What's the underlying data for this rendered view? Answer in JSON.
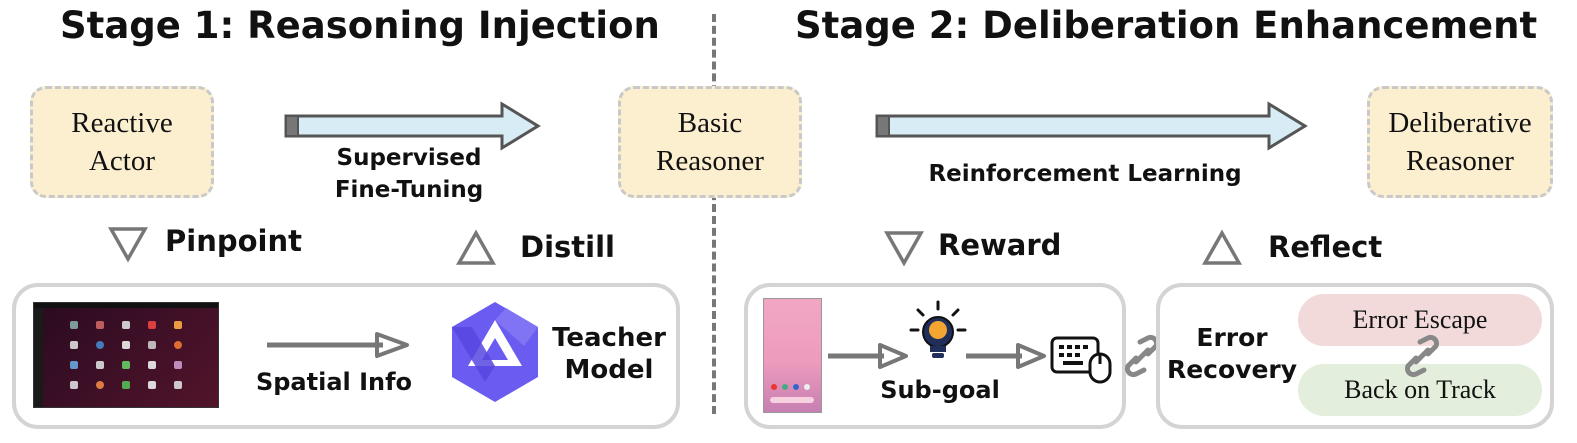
{
  "stage1": {
    "title": "Stage 1: Reasoning Injection",
    "node_start": "Reactive\nActor",
    "arrow_label": "Supervised\nFine-Tuning",
    "node_end": "Basic\nReasoner",
    "step_down": "Pinpoint",
    "step_up": "Distill",
    "spatial_label": "Spatial Info",
    "teacher_label": "Teacher\nModel"
  },
  "stage2": {
    "title": "Stage 2:  Deliberation Enhancement",
    "arrow_label": "Reinforcement Learning",
    "node_end": "Deliberative\nReasoner",
    "step_down": "Reward",
    "step_up": "Reflect",
    "subgoal_label": "Sub-goal",
    "recovery_label": "Error\nRecovery",
    "error_escape": "Error Escape",
    "back_on_track": "Back on Track"
  },
  "colors": {
    "node_fill": "#fcefd0",
    "arrow_fill": "#d7ecf4",
    "teacher_logo": "#6a5cf0",
    "error_pill": "#f2dada",
    "track_pill": "#e3efdc"
  }
}
